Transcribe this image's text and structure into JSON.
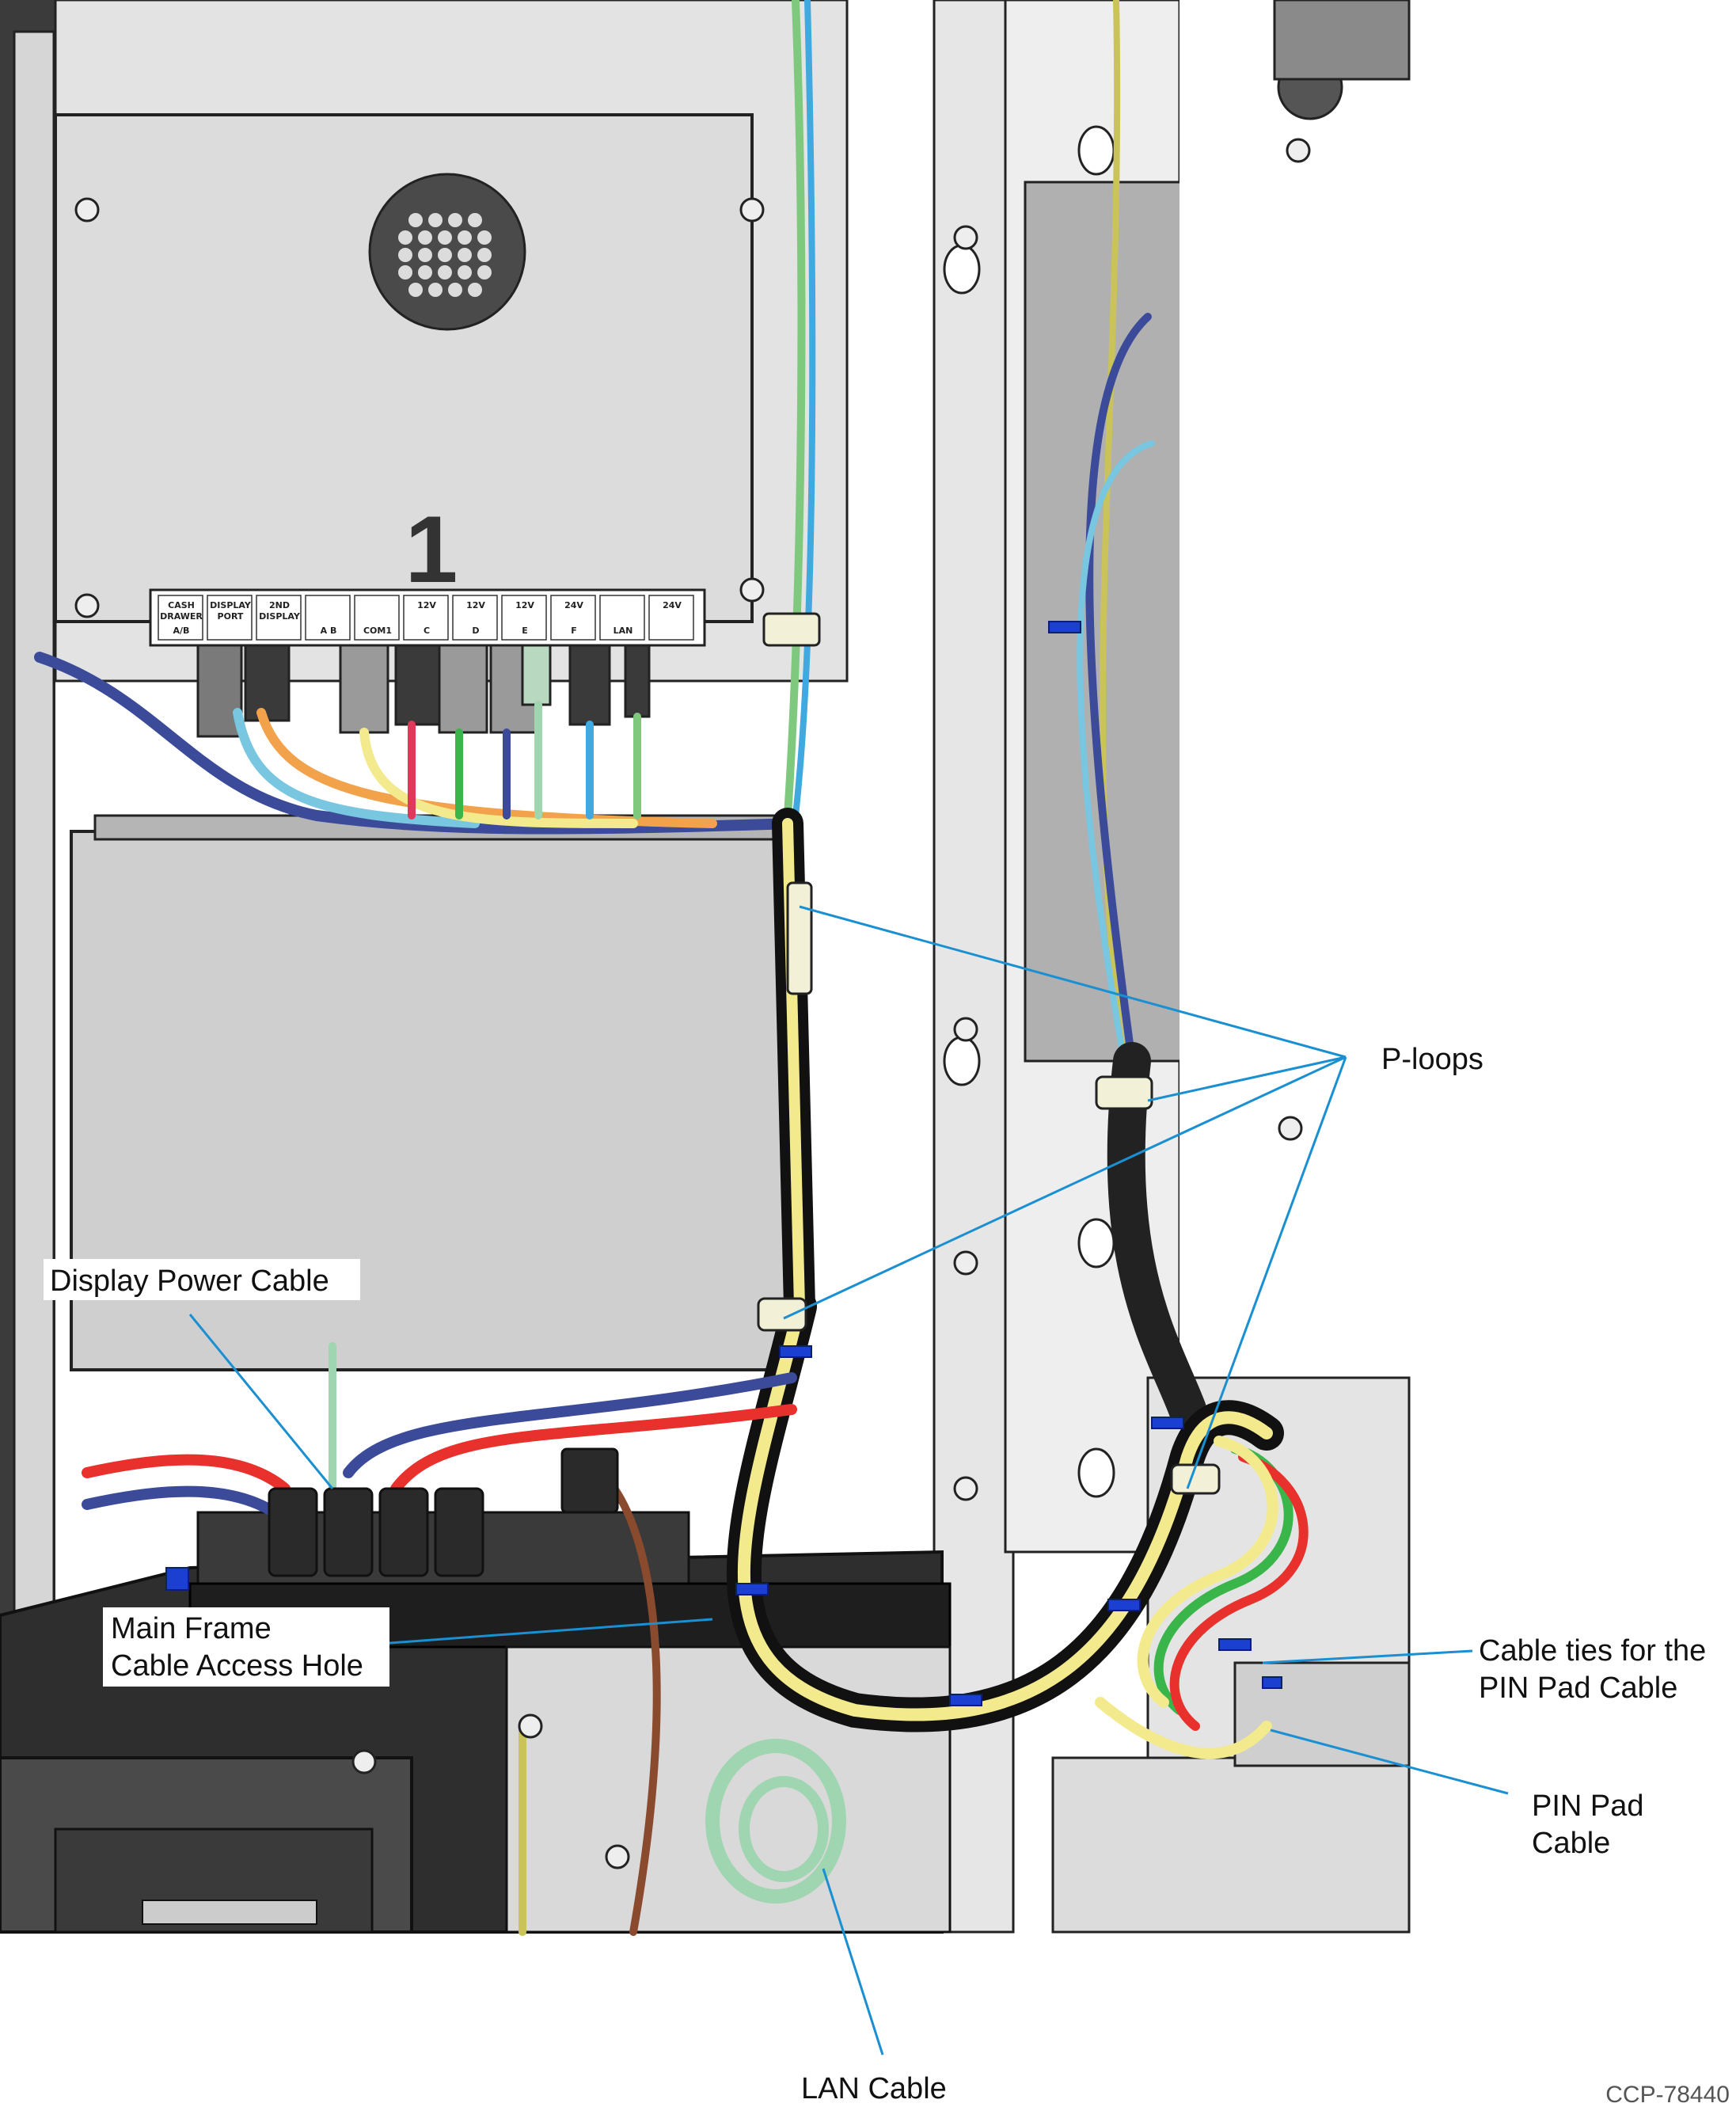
{
  "labels": {
    "p_loops": "P-loops",
    "display_power_cable": "Display Power Cable",
    "main_frame_line1": "Main Frame",
    "main_frame_line2": "Cable Access Hole",
    "cable_ties_line1": "Cable ties for the",
    "cable_ties_line2": "PIN Pad Cable",
    "pin_pad_line1": "PIN Pad",
    "pin_pad_line2": "Cable",
    "lan_cable": "LAN Cable",
    "figure_id": "CCP-78440"
  },
  "unit": {
    "number": "1",
    "ports": [
      {
        "top": "CASH",
        "mid": "DRAWER",
        "bottom": "A/B"
      },
      {
        "top": "DISPLAY",
        "mid": "PORT",
        "bottom": ""
      },
      {
        "top": "2ND",
        "mid": "DISPLAY",
        "bottom": ""
      },
      {
        "top": "",
        "mid": "",
        "bottom": "A B"
      },
      {
        "top": "",
        "mid": "",
        "bottom": "COM1"
      },
      {
        "top": "12V",
        "mid": "",
        "bottom": "C"
      },
      {
        "top": "12V",
        "mid": "",
        "bottom": "D"
      },
      {
        "top": "12V",
        "mid": "",
        "bottom": "E"
      },
      {
        "top": "24V",
        "mid": "",
        "bottom": "F"
      },
      {
        "top": "",
        "mid": "",
        "bottom": "LAN"
      },
      {
        "top": "24V",
        "mid": "",
        "bottom": ""
      }
    ]
  },
  "colors": {
    "callout_line": "#1a8fd1",
    "frame_grey": "#d9d9d9",
    "dark_grey": "#3b3b3b",
    "cable_yellow": "#f2ea8c",
    "cable_green": "#7fc97f",
    "cable_blue": "#3c4a9a",
    "cable_red": "#e8302c",
    "cable_lan": "#9fd5b0",
    "cable_brown": "#8a4a2e",
    "tie_blue": "#1a3fd1"
  }
}
